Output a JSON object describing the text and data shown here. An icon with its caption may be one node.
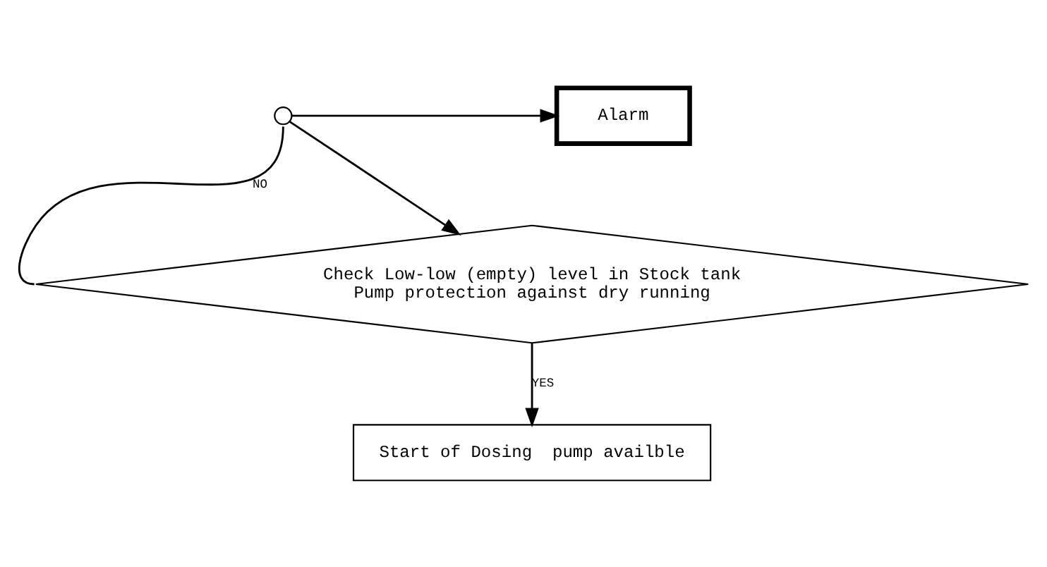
{
  "diagram": {
    "nodes": [
      {
        "text": [
          "Alarm"
        ]
      },
      {
        "text": [],
        "shape": "circle"
      },
      {
        "text": [
          "Check Low-low (empty) level in Stock tank",
          "Pump protection against dry running"
        ]
      },
      {
        "text": [
          "Start of Dosing  pump availble"
        ]
      }
    ],
    "edges": [
      {
        "from": 2,
        "to": 1,
        "arrow": "none",
        "label": "NO"
      },
      {
        "from": 1,
        "to": 0,
        "arrow": "to"
      },
      {
        "from": 1,
        "to": 2,
        "arrow": "to"
      },
      {
        "from": 2,
        "to": 3,
        "arrow": "to",
        "label": "YES"
      }
    ]
  }
}
